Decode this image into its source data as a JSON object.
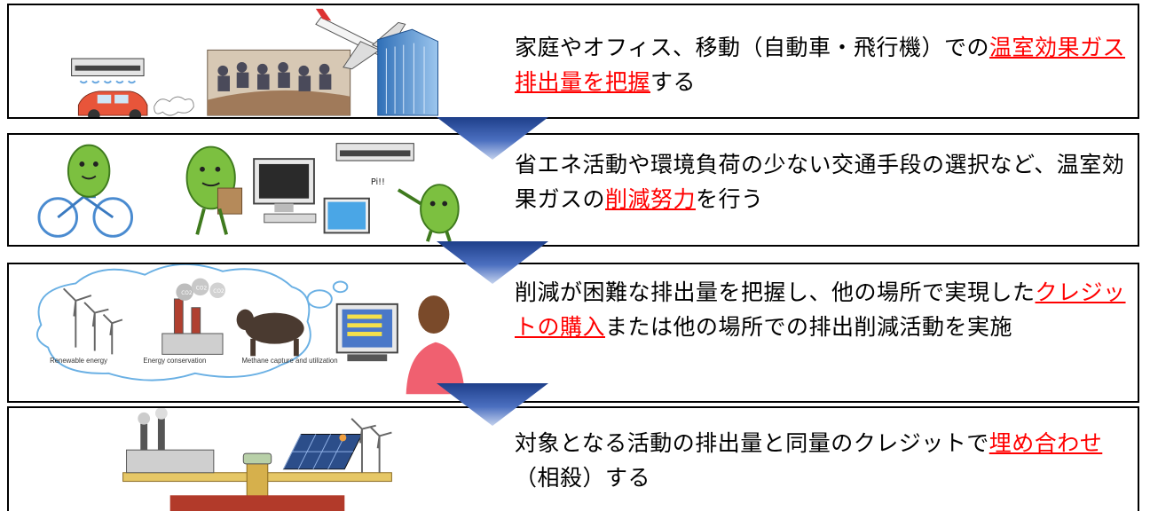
{
  "steps": [
    {
      "text_before": "家庭やオフィス、移動（自動車・飛行機）での",
      "highlight": "温室効果ガス排出量を把握",
      "text_after": "する",
      "illustrations": [
        "air-conditioner",
        "car",
        "meeting-room",
        "airplane",
        "office-building"
      ]
    },
    {
      "text_before": "省エネ活動や環境負荷の少ない交通手段の選択など、温室効果ガスの",
      "highlight": "削減努力",
      "text_after": "を行う",
      "bubble": "Pi!!",
      "illustrations": [
        "cyclist",
        "shopper",
        "computer",
        "air-conditioner",
        "person-switching-off"
      ]
    },
    {
      "text_before": "削減が困難な排出量を把握し、他の場所で実現した",
      "highlight": "クレジットの購入",
      "text_after": "または他の場所での排出削減活動を実施",
      "captions": [
        "Renewable energy",
        "Energy conservation",
        "Methane capture and utilization"
      ],
      "co2_label": "CO2",
      "illustrations": [
        "wind-turbines",
        "factory",
        "cow",
        "person-at-computer"
      ]
    },
    {
      "text_before": "対象となる活動の排出量と同量のクレジットで",
      "highlight": "埋め合わせ",
      "text_after": "（相殺）する",
      "illustrations": [
        "balance-scale",
        "factory",
        "solar-panel",
        "wind-turbines"
      ]
    }
  ],
  "colors": {
    "highlight": "#ff0000",
    "arrow_top": "#1e3f8a",
    "arrow_bottom": "#b8c8ea"
  }
}
